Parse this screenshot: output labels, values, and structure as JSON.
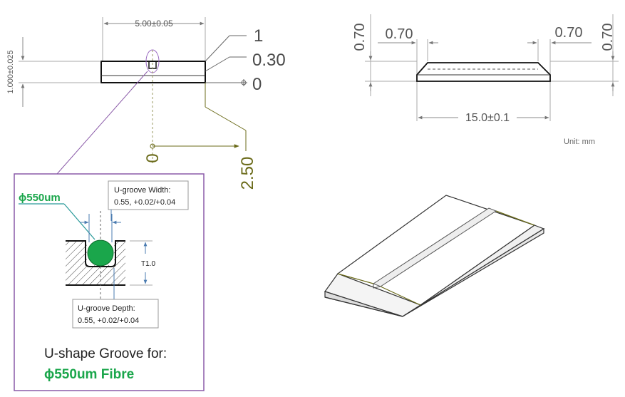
{
  "front_view": {
    "width_dim": "5.00±0.05",
    "height_dim": "1.000±0.025",
    "ord_top": "1",
    "ord_mid": "0.30",
    "ord_zero": "0",
    "ord_h_zero": "0",
    "ord_h_250": "2.50"
  },
  "side_view": {
    "left_vert": "0.70",
    "left_horiz": "0.70",
    "right_horiz": "0.70",
    "right_vert": "0.70",
    "length_dim": "15.0±0.1"
  },
  "unit_label": "Unit: mm",
  "detail": {
    "fibre_dia": "ϕ550um",
    "width_label_1": "U-groove Width:",
    "width_label_2": "0.55, +0.02/+0.04",
    "thickness": "T1.0",
    "depth_label_1": "U-groove Depth:",
    "depth_label_2": "0.55, +0.02/+0.04",
    "caption_1": "U-shape Groove for:",
    "caption_2": "ϕ550um Fibre"
  },
  "colors": {
    "fibre": "#1aa64b",
    "detail_border": "#8a5aa8",
    "ordinate": "#6b6b1a"
  }
}
